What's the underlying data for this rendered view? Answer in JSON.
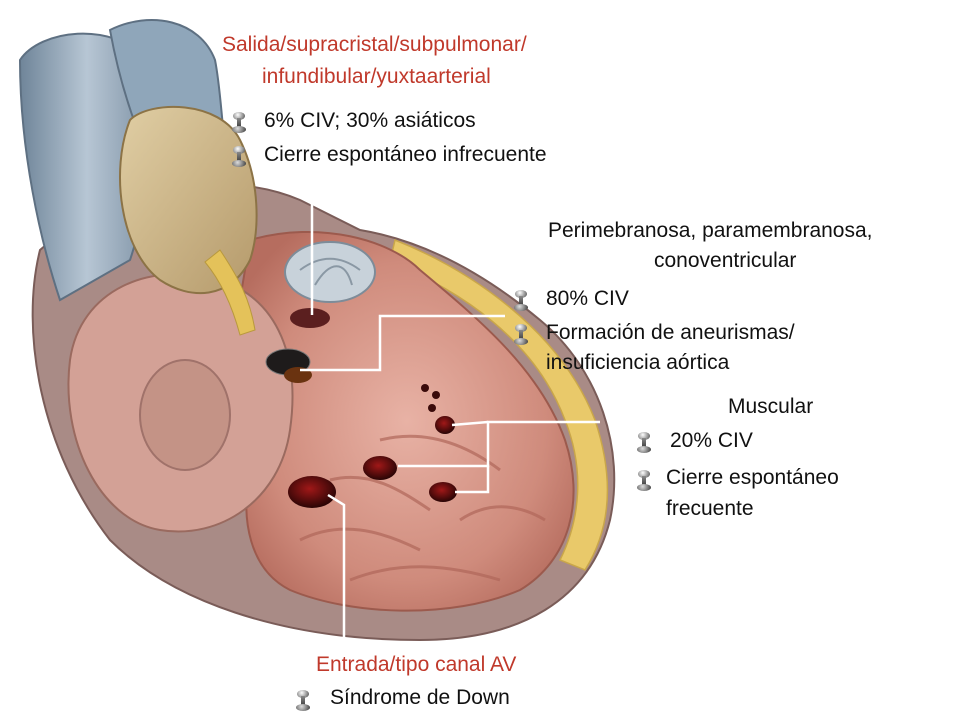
{
  "diagram": {
    "outlet": {
      "title_line1": "Salida/supracristal/subpulmonar/",
      "title_line2": "infundibular/yuxtaarterial",
      "bullets": [
        "6% CIV; 30% asiáticos",
        "Cierre espontáneo infrecuente"
      ]
    },
    "perimembranous": {
      "title_line1": "Perimebranosa, paramembranosa,",
      "title_line2": "conoventricular",
      "bullet1": "80% CIV",
      "bullet2_line1": "Formación de aneurismas/",
      "bullet2_line2": "insuficiencia aórtica"
    },
    "muscular": {
      "title": "Muscular",
      "bullet1": "20% CIV",
      "bullet2_line1": "Cierre espontáneo",
      "bullet2_line2": "frecuente"
    },
    "inlet": {
      "title": "Entrada/tipo canal AV",
      "bullet": "Síndrome de Down"
    },
    "colors": {
      "accent_red": "#c0392b",
      "leader_line": "#ffffff",
      "vessel_blue": "#9fb2c4",
      "aorta_tan": "#c9b48a",
      "myocardium_pink": "#d99a8e",
      "fat_yellow": "#e9c96a"
    },
    "icons": [
      "bullet-pin-icon"
    ]
  }
}
